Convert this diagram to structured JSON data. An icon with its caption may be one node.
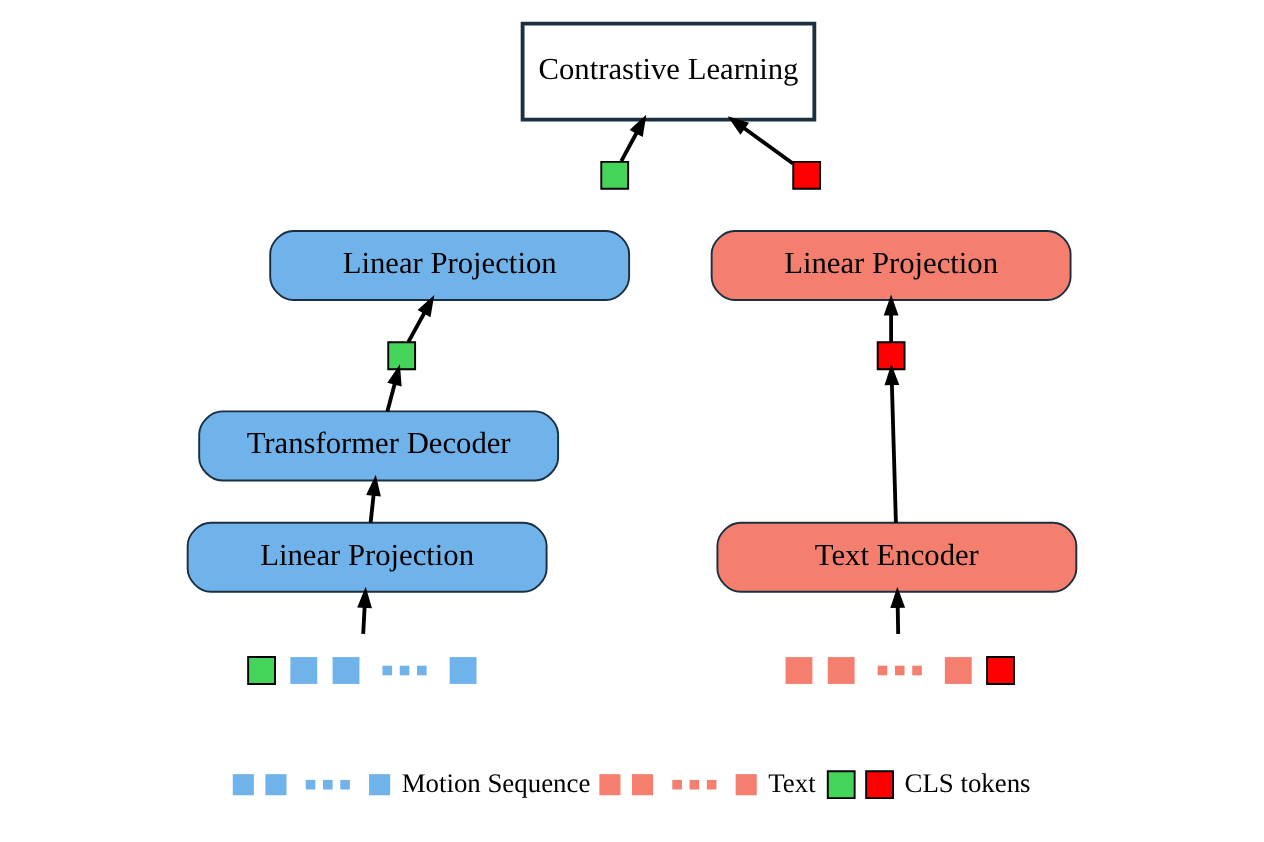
{
  "diagram": {
    "nodes": [
      {
        "text": [
          "Contrastive Learning"
        ]
      },
      {
        "text": [],
        "shape": "box"
      },
      {
        "text": [],
        "shape": "box"
      },
      {
        "text": [
          "Linear Projection"
        ]
      },
      {
        "text": [
          "Linear Projection"
        ]
      },
      {
        "text": [],
        "shape": "box"
      },
      {
        "text": [],
        "shape": "box"
      },
      {
        "text": [
          "Transformer Decoder"
        ]
      },
      {
        "text": [
          "Text Encoder"
        ]
      },
      {
        "text": [
          "Linear Projection"
        ]
      },
      {
        "text": [],
        "shape": "bar"
      },
      {
        "text": [],
        "shape": "bar"
      }
    ],
    "edges": [
      {
        "from": 10,
        "to": 9,
        "arrow": "to"
      },
      {
        "from": 9,
        "to": 7,
        "arrow": "to"
      },
      {
        "from": 7,
        "to": 5,
        "arrow": "to"
      },
      {
        "from": 5,
        "to": 3,
        "arrow": "to"
      },
      {
        "from": 1,
        "to": 0,
        "arrow": "to"
      },
      {
        "from": 11,
        "to": 8,
        "arrow": "to"
      },
      {
        "from": 8,
        "to": 6,
        "arrow": "to"
      },
      {
        "from": 6,
        "to": 4,
        "arrow": "to"
      },
      {
        "from": 2,
        "to": 0,
        "arrow": "to"
      }
    ],
    "legend": [
      {
        "text": "Motion Sequence",
        "color": "#6fb3ea"
      },
      {
        "text": "Text",
        "color": "#f47f6f"
      },
      {
        "text": "CLS tokens"
      }
    ]
  }
}
